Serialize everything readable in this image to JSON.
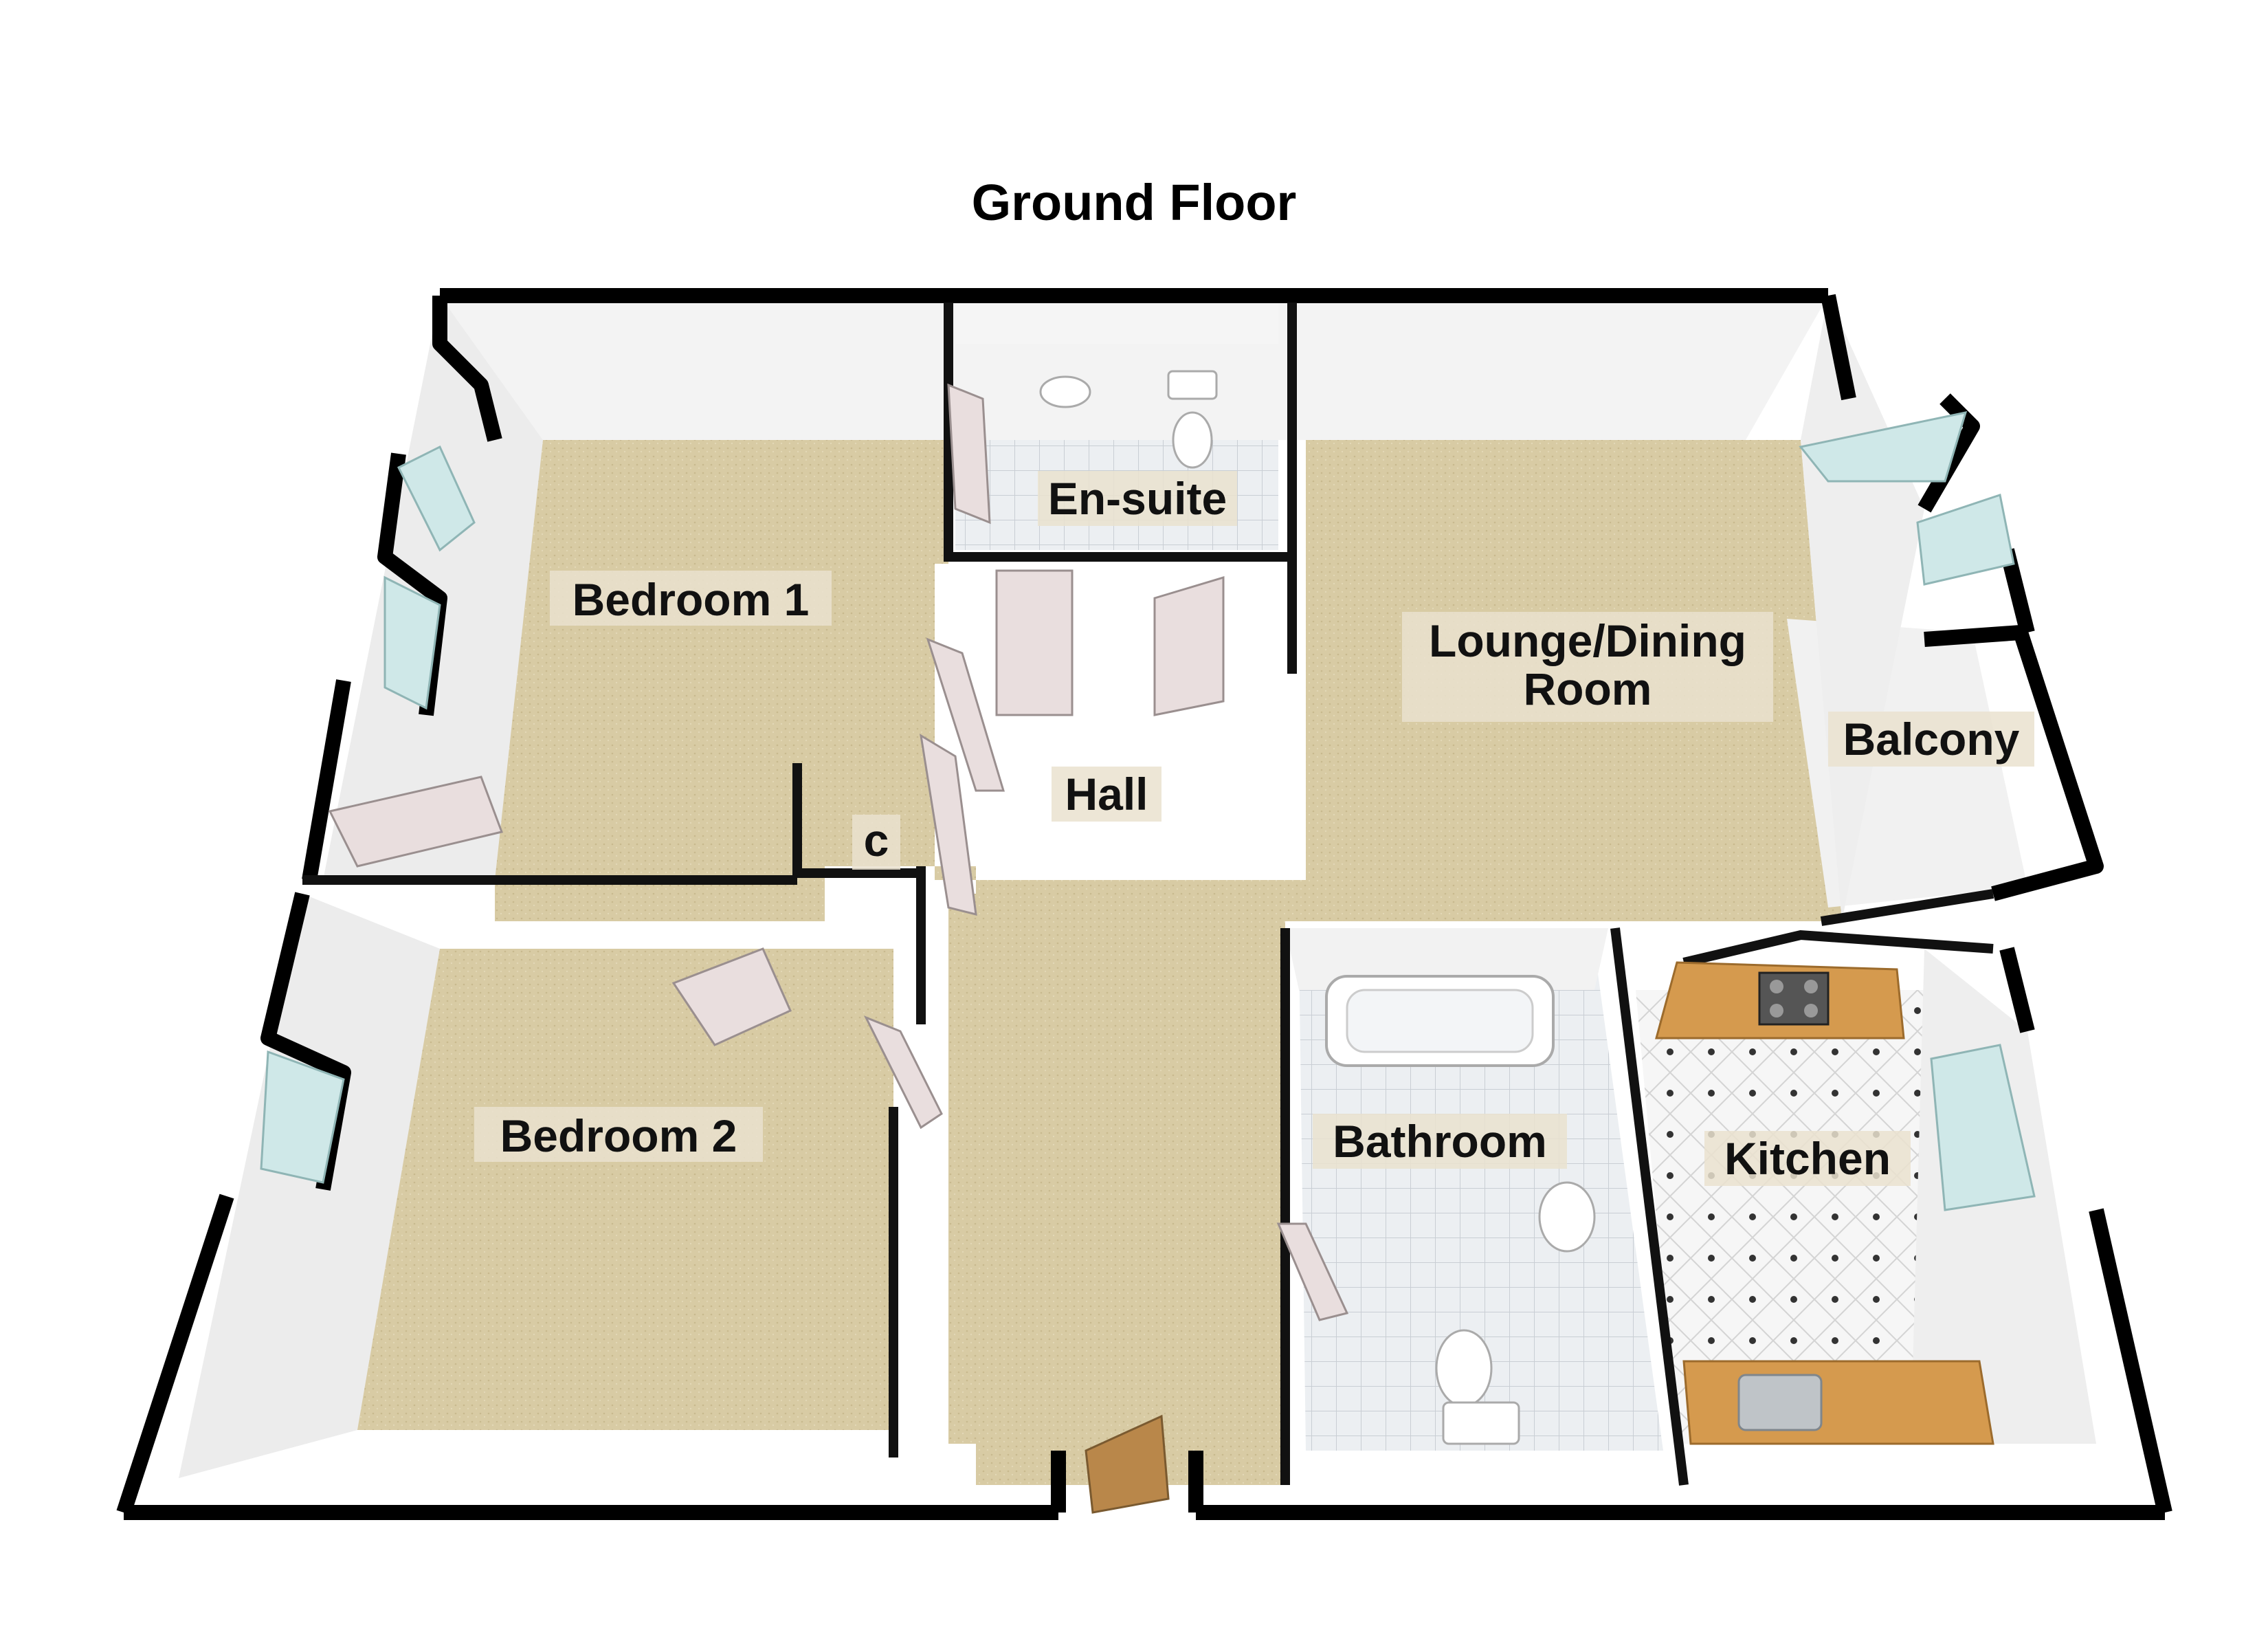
{
  "title": "Ground Floor",
  "rooms": {
    "bedroom1": "Bedroom 1",
    "ensuite": "En-suite",
    "lounge_line1": "Lounge/Dining",
    "lounge_line2": "Room",
    "hall": "Hall",
    "cupboard": "c",
    "balcony": "Balcony",
    "bedroom2": "Bedroom 2",
    "bathroom": "Bathroom",
    "kitchen": "Kitchen"
  },
  "colors": {
    "wall": "#000000",
    "wall_inner": "#f2f2f2",
    "carpet": "#d6c9a2",
    "tile": "#eceff2",
    "kitchen_floor": "#f4f4f4",
    "worktop": "#d59a4e",
    "door": "#e8dcdc",
    "window": "#cfe8e8",
    "front_door": "#b9874a"
  }
}
